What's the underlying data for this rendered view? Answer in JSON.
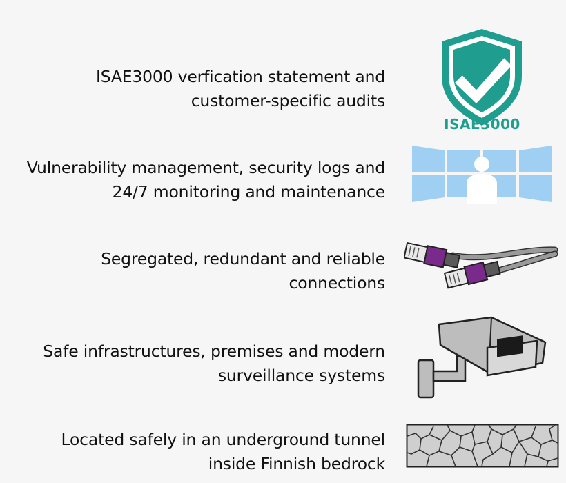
{
  "features": [
    {
      "id": "isae",
      "icon": "shield-check-icon",
      "badge": "ISAE3000",
      "lines": [
        "ISAE3000 verfication statement and",
        "customer-specific audits"
      ]
    },
    {
      "id": "monitoring",
      "icon": "monitor-wall-icon",
      "lines": [
        "Vulnerability management, security logs and",
        "24/7 monitoring and maintenance"
      ]
    },
    {
      "id": "connections",
      "icon": "network-cable-icon",
      "lines": [
        "Segregated, redundant and reliable",
        "connections"
      ]
    },
    {
      "id": "surveillance",
      "icon": "security-camera-icon",
      "lines": [
        "Safe infrastructures, premises and modern",
        "surveillance systems"
      ]
    },
    {
      "id": "bedrock",
      "icon": "bedrock-icon",
      "lines": [
        "Located safely in an underground tunnel",
        "inside Finnish bedrock"
      ]
    }
  ],
  "colors": {
    "shield": "#1f9e8f",
    "screen": "#9fcff2",
    "cable_accent": "#7a2a8a",
    "camera_body": "#bdbdbd",
    "rock": "#cfcfcf"
  }
}
